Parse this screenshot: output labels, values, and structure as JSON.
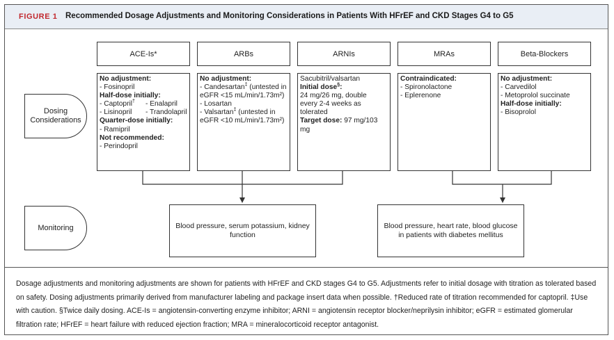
{
  "header": {
    "figure_label": "FIGURE 1",
    "title": "Recommended Dosage Adjustments and Monitoring Considerations in Patients With HFrEF and CKD Stages G4 to G5"
  },
  "rows": {
    "dosing": "Dosing Considerations",
    "monitoring": "Monitoring"
  },
  "columns": [
    {
      "name": "ACE-Is*"
    },
    {
      "name": "ARBs"
    },
    {
      "name": "ARNIs"
    },
    {
      "name": "MRAs"
    },
    {
      "name": "Beta-Blockers"
    }
  ],
  "ace": {
    "h1": "No adjustment:",
    "i1": "- Fosinopril",
    "h2": "Half-dose initially:",
    "i2a": "- Captopril",
    "i2a_mark": "†",
    "i2b": "- Enalapril",
    "i3a": "- Lisinopril",
    "i3b": "- Trandolapril",
    "h3": "Quarter-dose initially:",
    "i4": "- Ramipril",
    "h4": "Not recommended:",
    "i5": "- Perindopril"
  },
  "arb": {
    "h1": "No adjustment:",
    "i1": "- Candesartan",
    "i1_mark": "‡",
    "i1_note": " (untested in",
    "i1_cont": "eGFR <15 mL/min/1.73m²)",
    "i2": "- Losartan",
    "i3": "- Valsartan",
    "i3_mark": "‡",
    "i3_note": " (untested in",
    "i3_cont": "eGFR <10 mL/min/1.73m²)"
  },
  "arni": {
    "l1": "Sacubitril/valsartan",
    "h1": "Initial dose",
    "h1_mark": "§",
    "h1_colon": ":",
    "l2": "24 mg/26 mg, double",
    "l3": "every 2-4 weeks as",
    "l4": "tolerated",
    "h2": "Target dose:",
    "h2_val": " 97 mg/103",
    "l5": "mg"
  },
  "mra": {
    "h1": "Contraindicated:",
    "i1": "- Spironolactone",
    "i2": "- Eplerenone"
  },
  "bb": {
    "h1": "No adjustment:",
    "i1": "- Carvedilol",
    "i2": "- Metoprolol succinate",
    "h2": "Half-dose initially:",
    "i3": "- Bisoprolol"
  },
  "monitoring_boxes": {
    "left": "Blood pressure, serum potassium, kidney function",
    "right": "Blood pressure, heart rate, blood glucose in patients with diabetes mellitus"
  },
  "caption": "Dosage adjustments and monitoring adjustments are shown for patients with HFrEF and CKD stages G4 to G5. Adjustments refer to initial dosage with titration as tolerated based on safety. Dosing adjustments primarily derived from manufacturer labeling and package insert data when possible. †Reduced rate of titration recommended for captopril. ‡Use with caution. §Twice daily dosing. ACE-Is = angiotensin-converting enzyme inhibitor; ARNI = angiotensin receptor blocker/neprilysin inhibitor; eGFR = estimated glomerular filtration rate; HFrEF = heart failure with reduced ejection fraction; MRA = mineralocorticoid receptor antagonist.",
  "colors": {
    "header_bg": "#e9eef5",
    "figure_label": "#c1272d"
  }
}
